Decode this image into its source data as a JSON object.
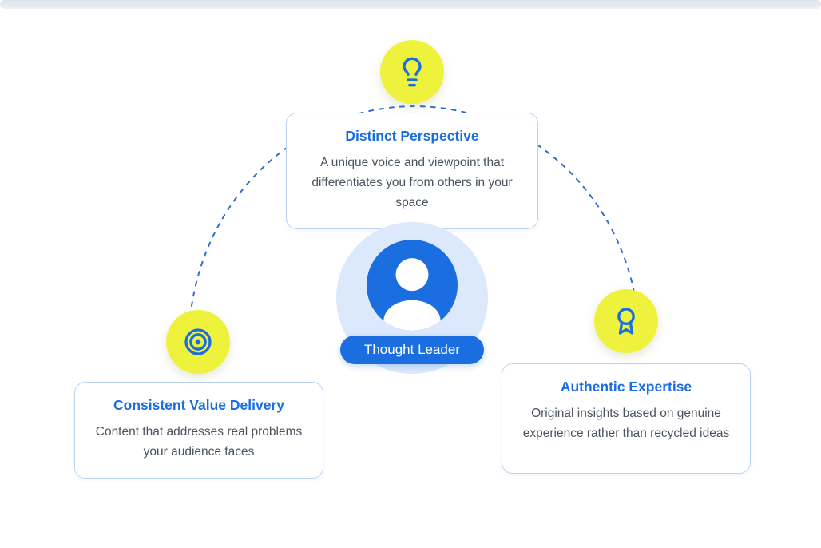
{
  "center": {
    "label": "Thought Leader",
    "icon": "person-icon"
  },
  "nodes": [
    {
      "id": "distinct-perspective",
      "icon": "lightbulb-icon",
      "title": "Distinct Perspective",
      "description": "A unique voice and viewpoint that differentiates you from others in your space"
    },
    {
      "id": "consistent-value-delivery",
      "icon": "target-icon",
      "title": "Consistent Value Delivery",
      "description": "Content that addresses real problems your audience faces"
    },
    {
      "id": "authentic-expertise",
      "icon": "award-icon",
      "title": "Authentic Expertise",
      "description": "Original insights based on genuine experience rather than recycled ideas"
    }
  ],
  "colors": {
    "accent_blue": "#1a6ee0",
    "node_circle_yellow": "#eef23d",
    "halo_light_blue": "#dce8fb",
    "card_border": "#bcd4f3",
    "body_text": "#4a5460",
    "dash_stroke": "#2e6fd0",
    "top_bar": "#e2e6ed"
  }
}
